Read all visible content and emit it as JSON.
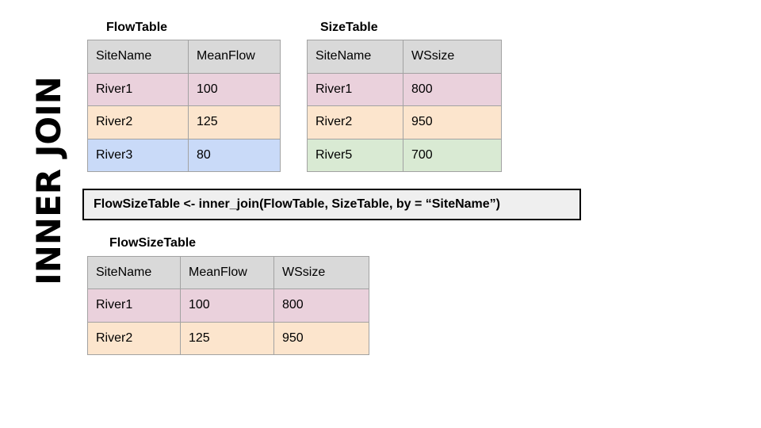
{
  "slide_title": "INNER JOIN",
  "colors": {
    "header_bg": "#d9d9d9",
    "code_bg": "#efefef",
    "grid_border": "#a2a2a2",
    "row_pink": "#ead1dc",
    "row_orange": "#fce5cd",
    "row_blue": "#c9daf8",
    "row_green": "#d9ead3"
  },
  "tables": {
    "flow": {
      "title": "FlowTable",
      "columns": [
        "SiteName",
        "MeanFlow"
      ],
      "rows": [
        {
          "cells": [
            "River1",
            "100"
          ],
          "color": "#ead1dc"
        },
        {
          "cells": [
            "River2",
            "125"
          ],
          "color": "#fce5cd"
        },
        {
          "cells": [
            "River3",
            "80"
          ],
          "color": "#c9daf8"
        }
      ]
    },
    "size": {
      "title": "SizeTable",
      "columns": [
        "SiteName",
        "WSsize"
      ],
      "rows": [
        {
          "cells": [
            "River1",
            "800"
          ],
          "color": "#ead1dc"
        },
        {
          "cells": [
            "River2",
            "950"
          ],
          "color": "#fce5cd"
        },
        {
          "cells": [
            "River5",
            "700"
          ],
          "color": "#d9ead3"
        }
      ]
    },
    "result": {
      "title": "FlowSizeTable",
      "columns": [
        "SiteName",
        "MeanFlow",
        "WSsize"
      ],
      "rows": [
        {
          "cells": [
            "River1",
            "100",
            "800"
          ],
          "color": "#ead1dc"
        },
        {
          "cells": [
            "River2",
            "125",
            "950"
          ],
          "color": "#fce5cd"
        }
      ]
    }
  },
  "code": {
    "text": "FlowSizeTable <- inner_join(FlowTable, SizeTable, by = “SiteName”)"
  }
}
